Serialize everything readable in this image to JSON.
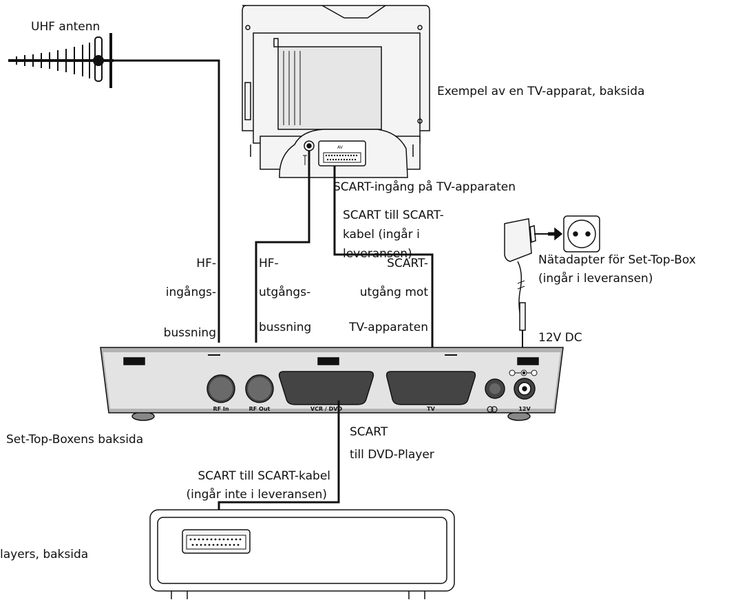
{
  "labels": {
    "uhf_antenna": "UHF antenn",
    "tv_back": "Exempel av en TV-apparat, baksida",
    "scart_input_tv": "SCART-ingång på TV-apparaten",
    "scart_cable_included": [
      "SCART till SCART-",
      "kabel (ingår i",
      "leveransen)"
    ],
    "power_adapter": [
      "Nätadapter för Set-Top-Box",
      "(ingår i leveransen)"
    ],
    "hf_input": [
      "HF-",
      "ingångs-",
      "bussning"
    ],
    "hf_output": [
      "HF-",
      "utgångs-",
      "bussning"
    ],
    "scart_output_tv": [
      "SCART-",
      "utgång mot",
      "TV-apparaten"
    ],
    "dc_12v": "12V DC",
    "stb_back": "Set-Top-Boxens baksida",
    "scart_to_dvd": [
      "SCART",
      "till DVD-Player"
    ],
    "scart_cable_not_included": [
      "SCART till SCART-kabel",
      "(ingår inte i leveransen)"
    ],
    "dvd_back": "layers, baksida"
  },
  "box_ports": {
    "rf_in": "RF In",
    "rf_out": "RF Out",
    "vcr_dvd": "VCR / DVD",
    "tv": "TV",
    "v12": "12V",
    "tv_av": "AV"
  }
}
